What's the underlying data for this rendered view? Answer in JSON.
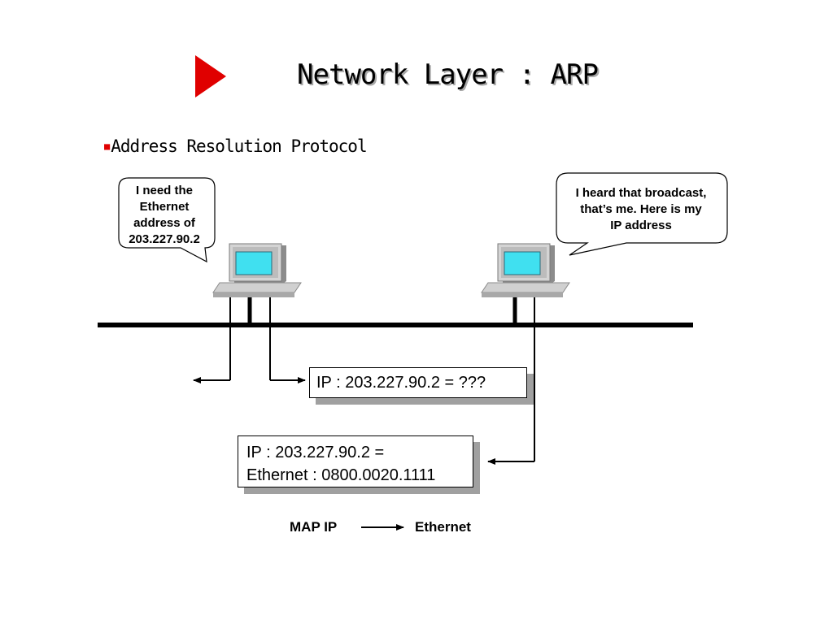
{
  "title": "Network Layer : ARP",
  "subtitle": "Address Resolution Protocol",
  "left_bubble": {
    "lines": [
      "I need the",
      "Ethernet",
      "address of",
      "203.227.90.2"
    ]
  },
  "right_bubble": {
    "lines": [
      "I heard that broadcast,",
      "that’s me. Here is my",
      "IP address"
    ]
  },
  "query_box": {
    "text": "IP : 203.227.90.2 = ???"
  },
  "reply_box": {
    "line1": "IP : 203.227.90.2 =",
    "line2": "Ethernet : 0800.0020.1111"
  },
  "legend": {
    "left": "MAP IP",
    "right": "Ethernet"
  },
  "colors": {
    "accent_red": "#e00000",
    "screen_cyan": "#40e0f0",
    "monitor_gray": "#c8c8c8",
    "shadow_gray": "#a0a0a0"
  },
  "icons": [
    "play-triangle-icon",
    "computer-icon"
  ]
}
